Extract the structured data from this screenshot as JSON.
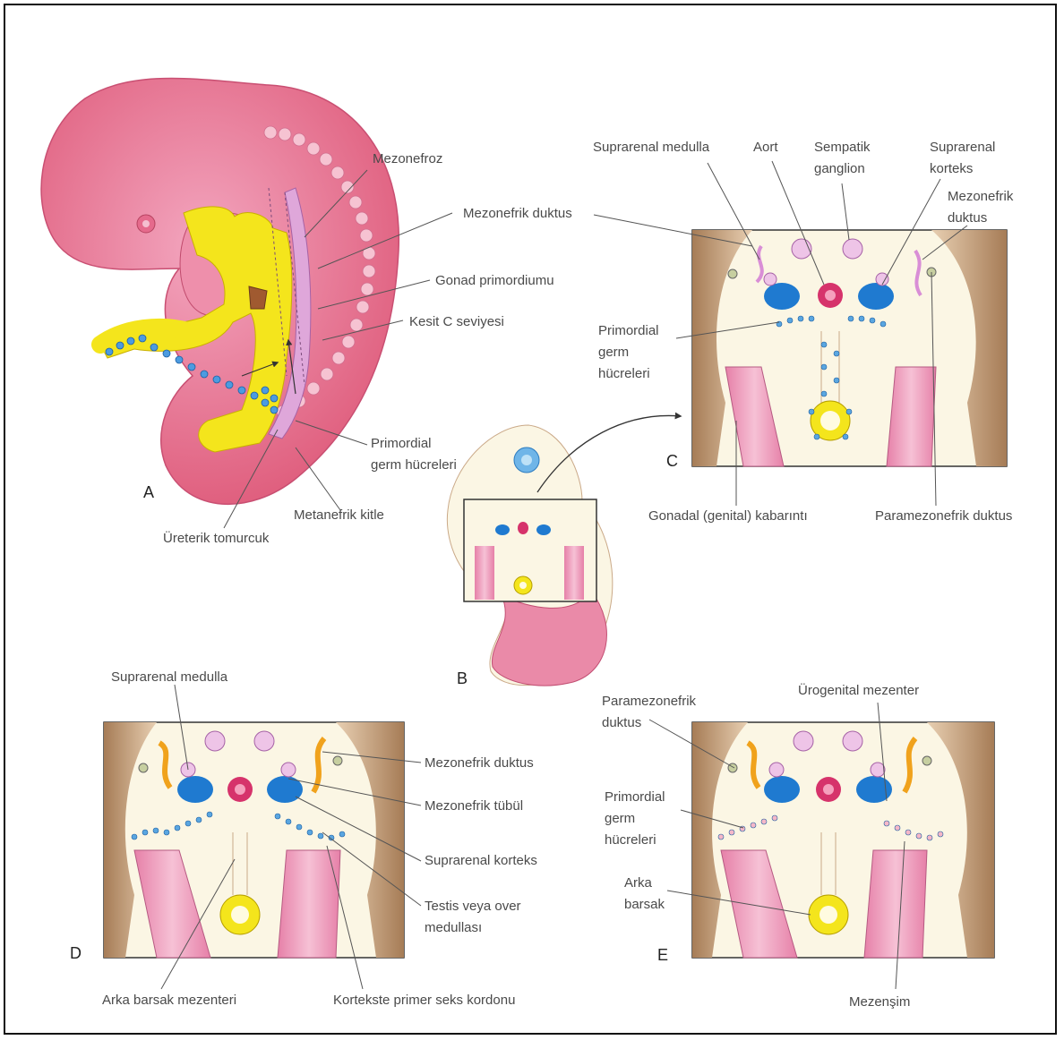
{
  "colors": {
    "embryo_pink": "#e8799a",
    "embryo_light": "#f2a7bd",
    "gut_yellow": "#f4e51c",
    "cream": "#fbf6e4",
    "tan": "#c9a27e",
    "blue": "#1f7ad0",
    "cell_blue": "#5aa6e0",
    "red_aorta": "#d6336b",
    "lavender": "#e2b6e0",
    "orange_duct": "#f0a21c"
  },
  "panels": {
    "A": {
      "letter": "A",
      "labels": {
        "mezonefroz": "Mezonefroz",
        "mezonefrik_duktus": "Mezonefrik duktus",
        "gonad_primordiumu": "Gonad primordiumu",
        "kesit_c": "Kesit C seviyesi",
        "primordial_1": "Primordial",
        "primordial_2": "germ hücreleri",
        "metanefrik": "Metanefrik kitle",
        "ureterik": "Üreterik tomurcuk"
      }
    },
    "B": {
      "letter": "B"
    },
    "C": {
      "letter": "C",
      "labels": {
        "suprarenal_medulla": "Suprarenal medulla",
        "aort": "Aort",
        "sempatik_1": "Sempatik",
        "sempatik_2": "ganglion",
        "suprarenal_korteks_1": "Suprarenal",
        "suprarenal_korteks_2": "korteks",
        "mezonefrik_1": "Mezonefrik",
        "mezonefrik_2": "duktus",
        "primordial_1": "Primordial",
        "primordial_2": "germ",
        "primordial_3": "hücreleri",
        "gonadal": "Gonadal (genital) kabarıntı",
        "paramezonefrik": "Paramezonefrik duktus"
      }
    },
    "D": {
      "letter": "D",
      "labels": {
        "suprarenal_medulla": "Suprarenal medulla",
        "mezonefrik_duktus": "Mezonefrik duktus",
        "mezonefrik_tubul": "Mezonefrik tübül",
        "suprarenal_korteks": "Suprarenal korteks",
        "testis_1": "Testis veya over",
        "testis_2": "medullası",
        "arka_barsak": "Arka barsak mezenteri",
        "kortekste": "Kortekste primer seks kordonu"
      }
    },
    "E": {
      "letter": "E",
      "labels": {
        "paramezonefrik_1": "Paramezonefrik",
        "paramezonefrik_2": "duktus",
        "urogenital": "Ürogenital mezenter",
        "primordial_1": "Primordial",
        "primordial_2": "germ",
        "primordial_3": "hücreleri",
        "arka_1": "Arka",
        "arka_2": "barsak",
        "mezensim": "Mezenşim"
      }
    }
  }
}
